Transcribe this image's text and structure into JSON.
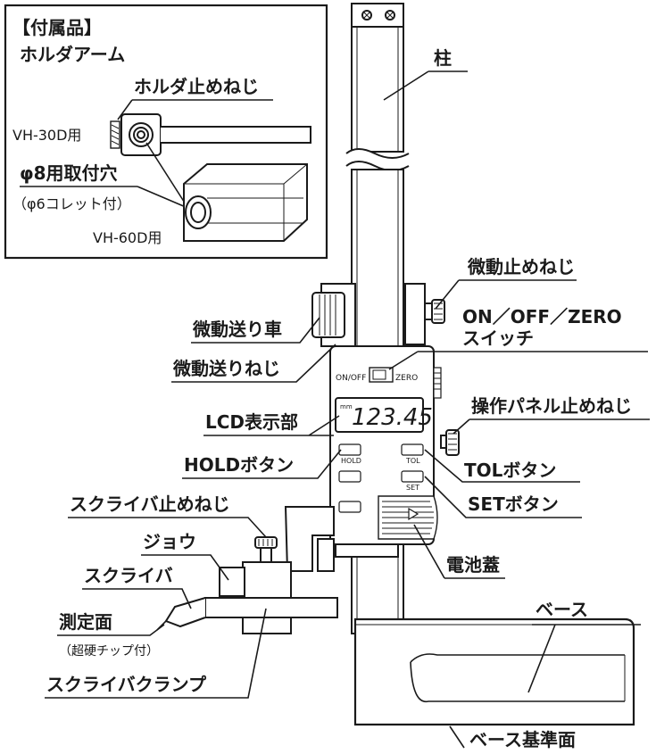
{
  "accessory": {
    "heading": "【付属品】",
    "name": "ホルダアーム",
    "holder_screw": "ホルダ止めねじ",
    "vh30d": "VH-30D用",
    "mount_hole": "φ8用取付穴",
    "collet": "（φ6コレット付）",
    "vh60d": "VH-60D用"
  },
  "labels": {
    "column": "柱",
    "fine_lock_screw": "微動止めねじ",
    "fine_feed_wheel": "微動送り車",
    "power_switch_line1": "ON／OFF／ZERO",
    "power_switch_line2": "スイッチ",
    "fine_feed_screw": "微動送りねじ",
    "panel_lock_screw": "操作パネル止めねじ",
    "lcd_display": "LCD表示部",
    "hold_button": "HOLDボタン",
    "tol_button": "TOLボタン",
    "scriber_lock_screw": "スクライバ止めねじ",
    "set_button": "SETボタン",
    "jaw": "ジョウ",
    "battery_cover": "電池蓋",
    "scriber": "スクライバ",
    "base": "ベース",
    "measuring_face": "測定面",
    "carbide_tip": "（超硬チップ付）",
    "scriber_clamp": "スクライバクランプ",
    "base_reference_face": "ベース基準面"
  },
  "panel": {
    "on_off": "ON/OFF",
    "zero": "ZERO",
    "unit": "mm",
    "reading": "123.45",
    "hold": "HOLD",
    "tol": "TOL",
    "set": "SET"
  }
}
